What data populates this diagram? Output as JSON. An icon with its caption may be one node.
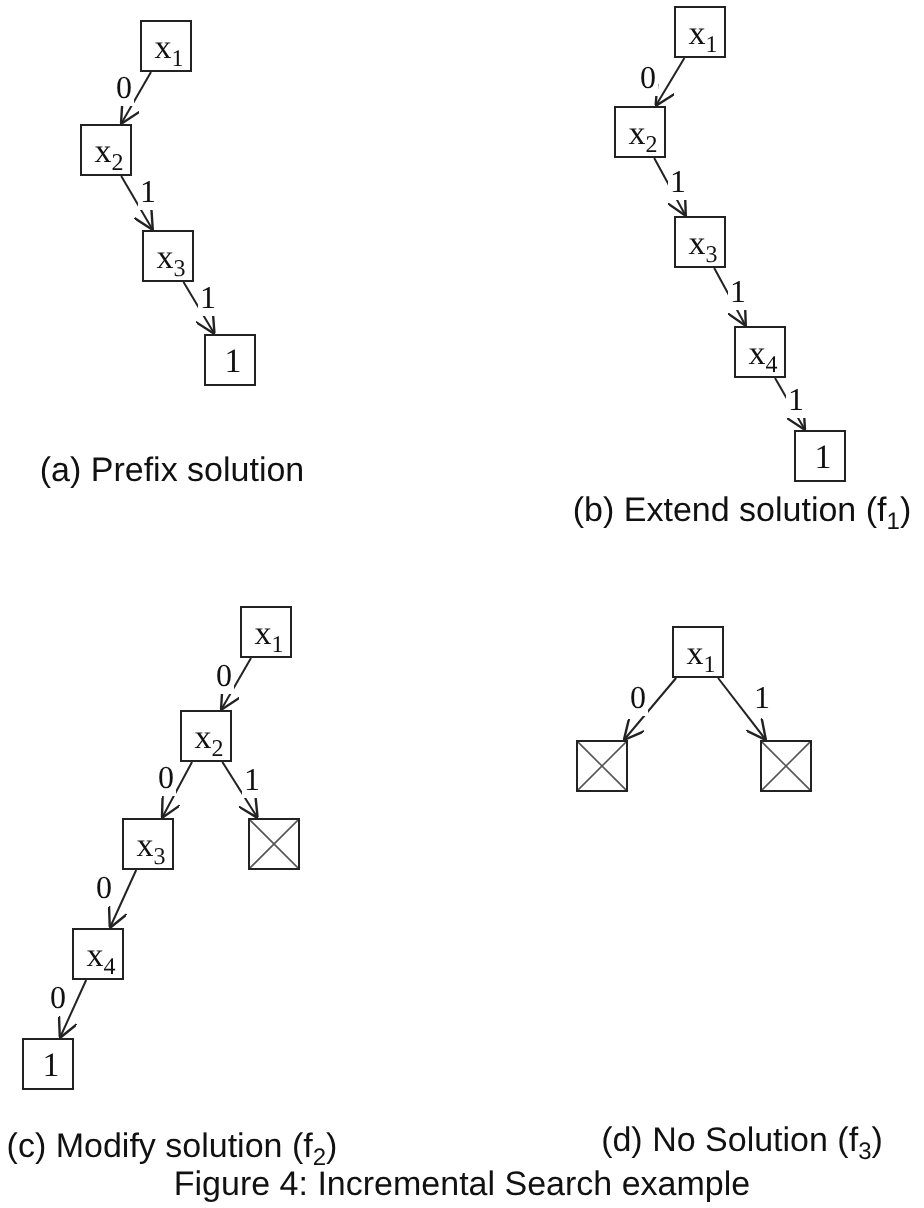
{
  "diagram": {
    "caption": "Figure 4: Incremental Search example",
    "nodes": [
      {
        "text": [
          "x$_{1}$"
        ]
      },
      {
        "text": [
          "x$_{2}$"
        ]
      },
      {
        "text": [
          "x$_{3}$"
        ]
      },
      {
        "text": [
          "1"
        ]
      },
      {
        "text": [
          "x$_{1}$"
        ]
      },
      {
        "text": [
          "x$_{2}$"
        ]
      },
      {
        "text": [
          "x$_{3}$"
        ]
      },
      {
        "text": [
          "x$_{4}$"
        ]
      },
      {
        "text": [
          "1"
        ]
      },
      {
        "text": [
          "x$_{1}$"
        ]
      },
      {
        "text": [
          "x$_{2}$"
        ]
      },
      {
        "text": [
          "x$_{3}$"
        ]
      },
      {
        "text": [],
        "shape": "box"
      },
      {
        "text": [
          "x$_{4}$"
        ]
      },
      {
        "text": [
          "1"
        ]
      },
      {
        "text": [
          "x$_{1}$"
        ]
      },
      {
        "text": [],
        "shape": "box"
      },
      {
        "text": [],
        "shape": "box"
      }
    ],
    "edges": [
      {
        "from": 0,
        "to": 1,
        "arrow": "to",
        "label": "0"
      },
      {
        "from": 1,
        "to": 2,
        "arrow": "to",
        "label": "1"
      },
      {
        "from": 2,
        "to": 3,
        "arrow": "to",
        "label": "1"
      },
      {
        "from": 4,
        "to": 5,
        "arrow": "to",
        "label": "0"
      },
      {
        "from": 5,
        "to": 6,
        "arrow": "to",
        "label": "1"
      },
      {
        "from": 6,
        "to": 7,
        "arrow": "to",
        "label": "1"
      },
      {
        "from": 7,
        "to": 8,
        "arrow": "to",
        "label": "1"
      },
      {
        "from": 9,
        "to": 10,
        "arrow": "to",
        "label": "0"
      },
      {
        "from": 10,
        "to": 11,
        "arrow": "to",
        "label": "0"
      },
      {
        "from": 10,
        "to": 12,
        "arrow": "to",
        "label": "1"
      },
      {
        "from": 11,
        "to": 13,
        "arrow": "to",
        "label": "0"
      },
      {
        "from": 13,
        "to": 14,
        "arrow": "to",
        "label": "0"
      },
      {
        "from": 15,
        "to": 16,
        "arrow": "to",
        "label": "0"
      },
      {
        "from": 15,
        "to": 17,
        "arrow": "to",
        "label": "1"
      }
    ],
    "labels": [
      "(a) Prefix solution",
      "(b) Extend solution (f$_{1}$)",
      "(c) Modify solution (f$_{2}$)",
      "(d) No Solution (f$_{3}$)"
    ]
  }
}
